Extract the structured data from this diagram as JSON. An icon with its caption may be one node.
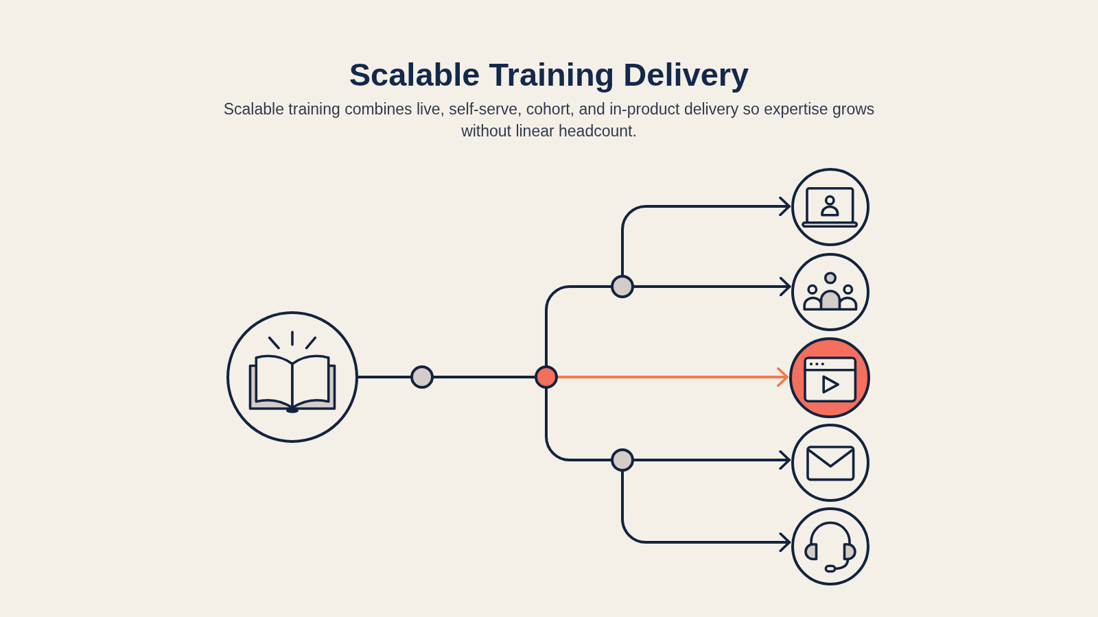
{
  "diagram": {
    "title": "Scalable Training Delivery",
    "caption": "Scalable training combines live, self-serve, cohort, and in-product delivery so expertise grows without linear headcount.",
    "nodes": [
      {
        "text": [],
        "shape": "circle"
      },
      {
        "text": [],
        "shape": "circle"
      },
      {
        "text": [],
        "shape": "circle"
      },
      {
        "text": [],
        "shape": "circle"
      },
      {
        "text": [],
        "shape": "circle"
      },
      {
        "text": [],
        "shape": "circle"
      },
      {
        "text": [],
        "shape": "circle"
      },
      {
        "text": [],
        "shape": "circle"
      },
      {
        "text": [],
        "shape": "circle"
      },
      {
        "text": [],
        "shape": "circle"
      }
    ],
    "edges": [
      {
        "from": 0,
        "to": 1,
        "arrow": "none"
      },
      {
        "from": 1,
        "to": 2,
        "arrow": "none"
      },
      {
        "from": 2,
        "to": 3,
        "arrow": "none"
      },
      {
        "from": 2,
        "to": 7,
        "arrow": "to",
        "color": "#f07c4e"
      },
      {
        "from": 2,
        "to": 4,
        "arrow": "none"
      },
      {
        "from": 3,
        "to": 5,
        "arrow": "to"
      },
      {
        "from": 3,
        "to": 6,
        "arrow": "to"
      },
      {
        "from": 4,
        "to": 8,
        "arrow": "to"
      },
      {
        "from": 4,
        "to": 9,
        "arrow": "to"
      }
    ]
  }
}
